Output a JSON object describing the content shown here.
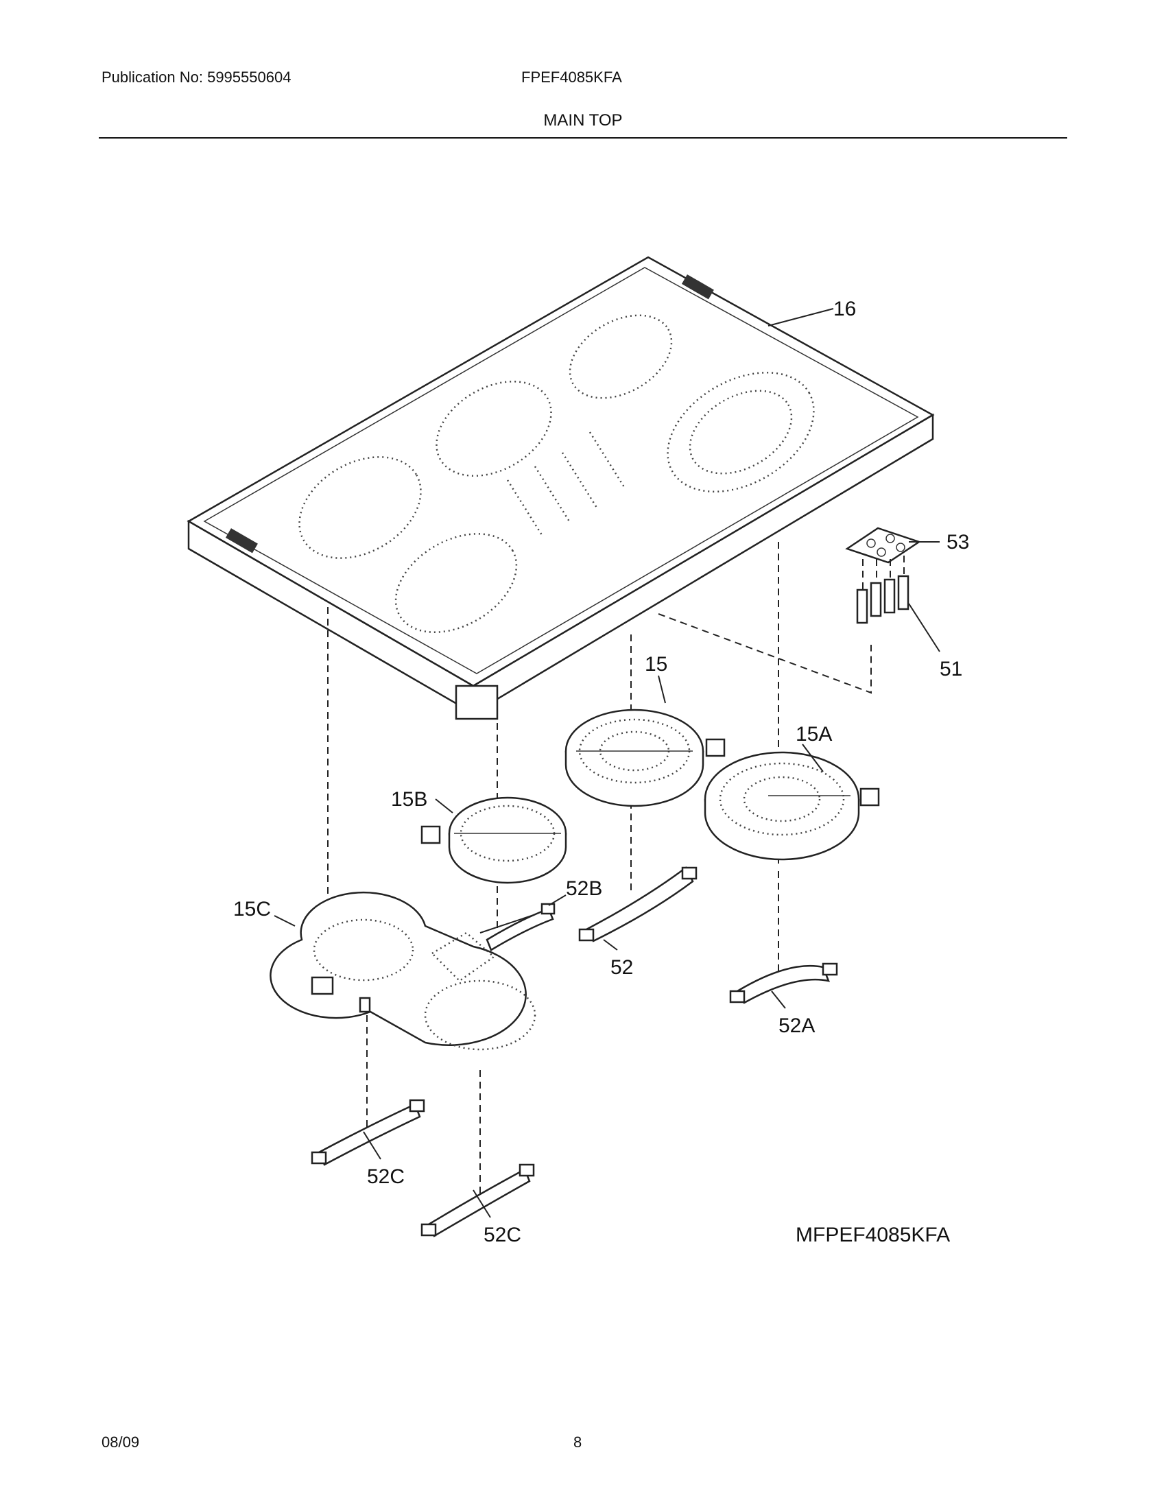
{
  "header": {
    "publication": "Publication No: 5995550604",
    "model": "FPEF4085KFA",
    "section_title": "MAIN TOP"
  },
  "diagram": {
    "drawing_code": "MFPEF4085KFA",
    "callouts": {
      "c16": "16",
      "c53": "53",
      "c51": "51",
      "c15": "15",
      "c15A": "15A",
      "c15B": "15B",
      "c15C": "15C",
      "c52": "52",
      "c52A": "52A",
      "c52B": "52B",
      "c52C_1": "52C",
      "c52C_2": "52C"
    }
  },
  "footer": {
    "date": "08/09",
    "page": "8"
  }
}
